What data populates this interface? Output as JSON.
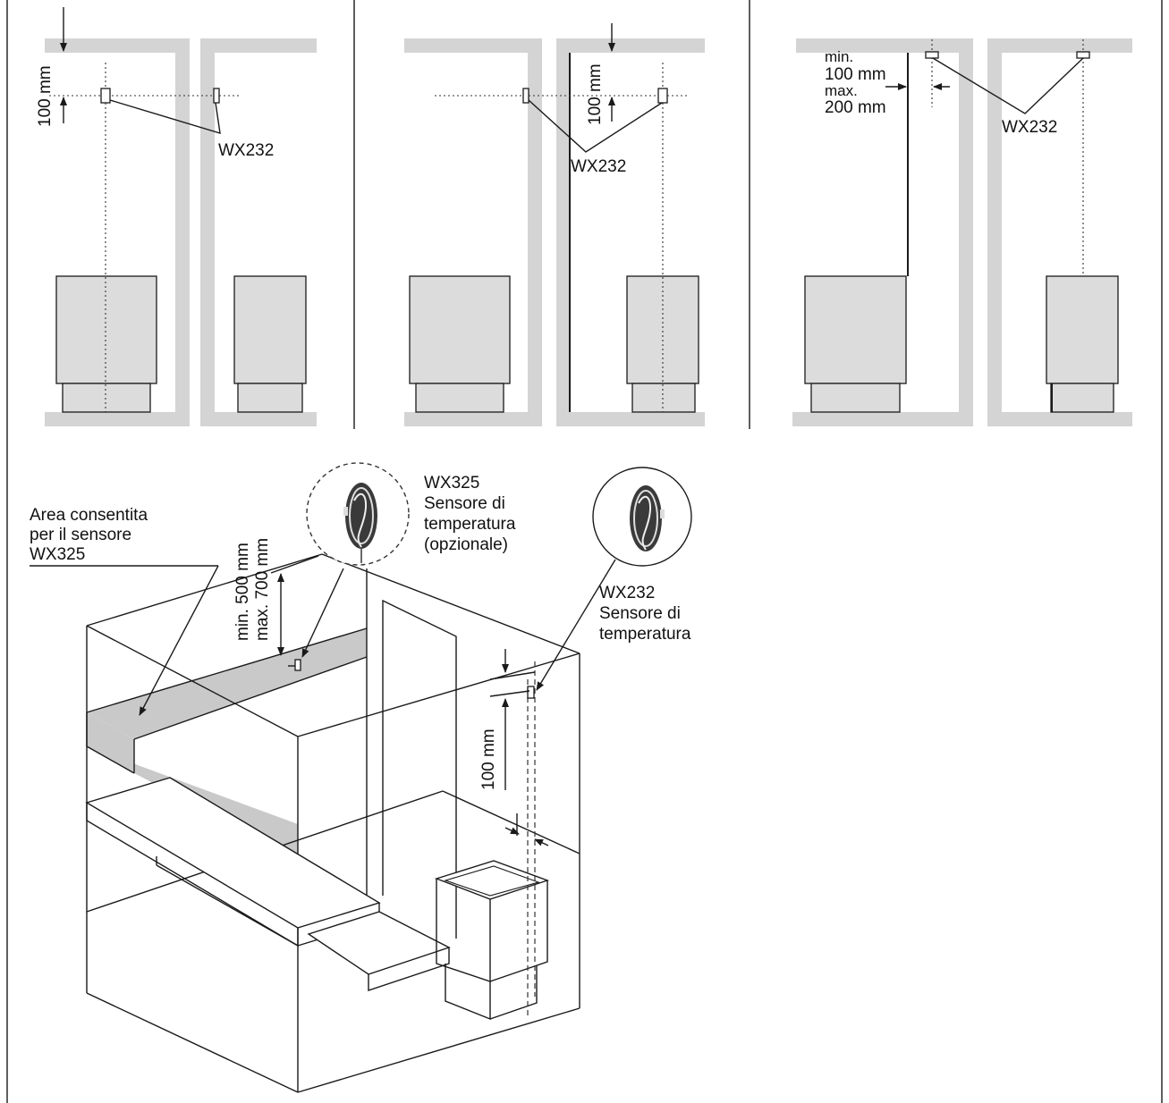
{
  "colors": {
    "wall": "#d4d4d4",
    "heater": "#dcdcdc",
    "band": "#c9c9c9",
    "ink": "#1a1a1a"
  },
  "panel1": {
    "dim": "100 mm",
    "sensor": "WX232"
  },
  "panel2": {
    "dim": "100 mm",
    "sensor": "WX232"
  },
  "panel3": {
    "min_label": "min.",
    "min_value": "100 mm",
    "max_label": "max.",
    "max_value": "200 mm",
    "sensor": "WX232"
  },
  "iso": {
    "area_line1": "Area consentita",
    "area_line2": "per il sensore",
    "area_line3": "WX325",
    "vert_min": "min. 500 mm",
    "vert_max": "max. 700 mm",
    "wx325_code": "WX325",
    "wx325_line1": "Sensore di",
    "wx325_line2": "temperatura",
    "wx325_line3": "(opzionale)",
    "wx232_code": "WX232",
    "wx232_line1": "Sensore di",
    "wx232_line2": "temperatura",
    "dim_100": "100 mm"
  }
}
